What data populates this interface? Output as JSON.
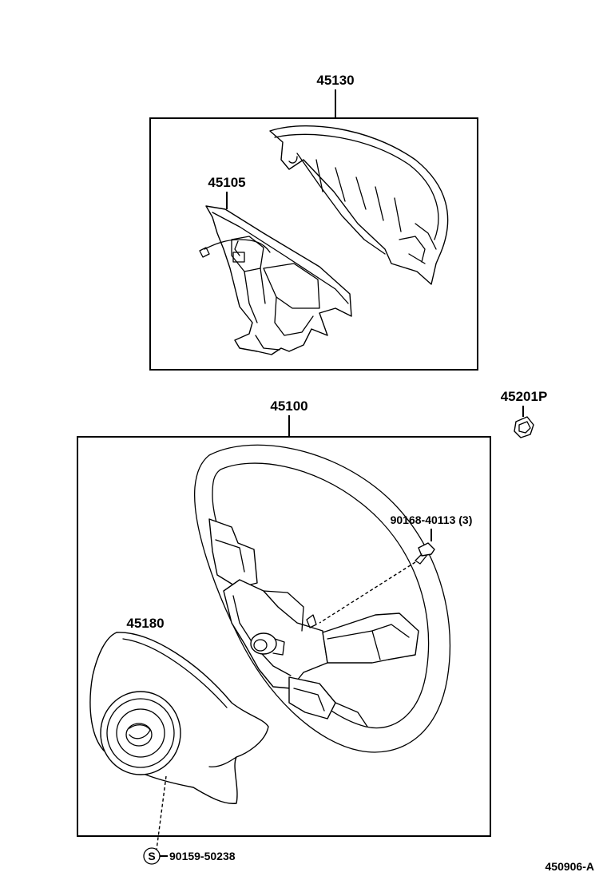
{
  "callouts": {
    "pad_assembly": "45130",
    "pad_cover": "45105",
    "steering_wheel": "45100",
    "nut": "45201P",
    "screw": "90168-40113 (3)",
    "horn_pad": "45180",
    "bolt_symbol": "S",
    "bolt": "90159-50238",
    "drawing_number": "450906-A"
  }
}
